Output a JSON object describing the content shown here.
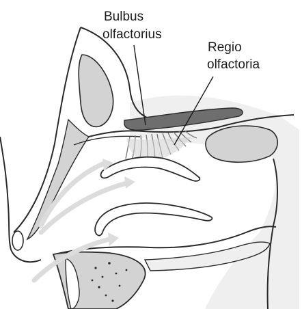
{
  "labels": {
    "bulbus": [
      "Bulbus",
      "olfactorius"
    ],
    "regio": [
      "Regio",
      "olfactoria"
    ]
  },
  "colors": {
    "line": "#2a2a2a",
    "bone_fill": "#d3d3d3",
    "bulb_fill": "#6e6e6e",
    "airflow": "#dcdcdc",
    "background": "#ffffff"
  }
}
